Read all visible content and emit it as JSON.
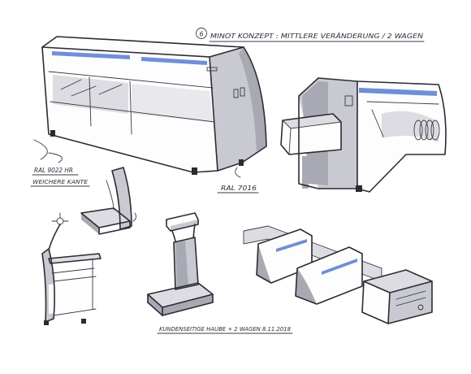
{
  "sheet": {
    "header_number": "6",
    "header_text": "MINOT KONZEPT : MITTLERE VERÄNDERUNG / 2 WAGEN",
    "note_ral_left_1": "RAL 9022 HR",
    "note_ral_left_2": "WEICHERE KANTE",
    "note_ral_right": "RAL 7016",
    "note_bottom": "KUNDENSEITIGE HAUBE + 2 WAGEN 8.11.2018"
  },
  "colors": {
    "accent_blue": "#6f8fd6",
    "body_grey": "#c9c9d1",
    "dark_grey": "#9d9daa",
    "ink": "#2b2b33"
  }
}
